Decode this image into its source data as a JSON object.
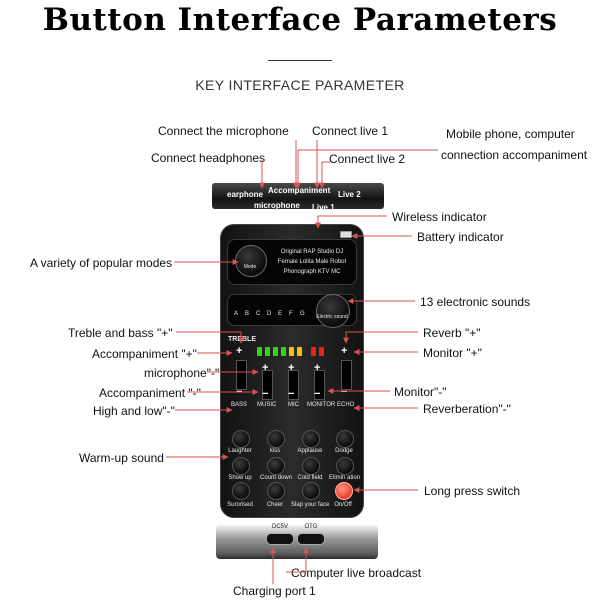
{
  "header": {
    "title": "Button Interface Parameters",
    "subtitle": "KEY INTERFACE PARAMETER"
  },
  "callouts": {
    "connect_microphone": "Connect the microphone",
    "connect_live_1": "Connect live 1",
    "mobile_line_1": "Mobile phone, computer",
    "mobile_line_2": "connection accompaniment",
    "connect_headphones": "Connect headphones",
    "connect_live_2": "Connect live 2",
    "wireless_indicator": "Wireless indicator",
    "battery_indicator": "Battery indicator",
    "popular_modes": "A variety of popular modes",
    "electronic_sounds": "13 electronic sounds",
    "treble_bass_plus": "Treble and bass \"+\"",
    "reverb_plus": "Reverb \"+\"",
    "accompaniment_plus": "Accompaniment \"+\"",
    "monitor_plus": "Monitor \"+\"",
    "microphone_minus": "microphone\"-\"",
    "accompaniment_minus": "Accompaniment \"-\"",
    "monitor_minus": "Monitor\"-\"",
    "high_low_minus": "High and low\"-\"",
    "reverberation_minus": "Reverberation\"-\"",
    "warmup_sound": "Warm-up sound",
    "long_press_switch": "Long press switch",
    "computer_live_broadcast": "Computer live broadcast",
    "charging_port_1": "Charging port 1"
  },
  "device": {
    "ports": {
      "earphone": "earphone",
      "accompaniment": "Accompaniment",
      "live2": "Live 2",
      "microphone": "microphone",
      "live1": "Live 1"
    },
    "mode_label": "Mode",
    "mode_lines": [
      "Original  RAP  Studio  DJ",
      "Female  Lolita  Male  Robot",
      "Phonograph  KTV  MC"
    ],
    "sound_letters": [
      "A",
      "B",
      "C",
      "D",
      "E",
      "F",
      "G"
    ],
    "electric_sound_label": "Electric sound",
    "treble_label": "TREBLE",
    "plus_sign": "+",
    "minus_sign": "−",
    "channels": [
      "BASS",
      "MUSIC",
      "MIC",
      "MONITOR",
      "ECHO"
    ],
    "pads": [
      [
        "Laughter",
        "kiss",
        "Applause",
        "Dodge"
      ],
      [
        "Show up",
        "Count down",
        "Cold field",
        "Elimin ation"
      ],
      [
        "Surorised",
        "Cheer",
        "Slap your face",
        "On/Off"
      ]
    ],
    "bottom_ports": [
      "DC5V",
      "OTG"
    ]
  },
  "colors": {
    "arrow": "#d9534f",
    "onoff": "#ee4431",
    "led_green": "#39d11f",
    "led_yellow": "#f3c21a",
    "led_red": "#e8231a"
  }
}
